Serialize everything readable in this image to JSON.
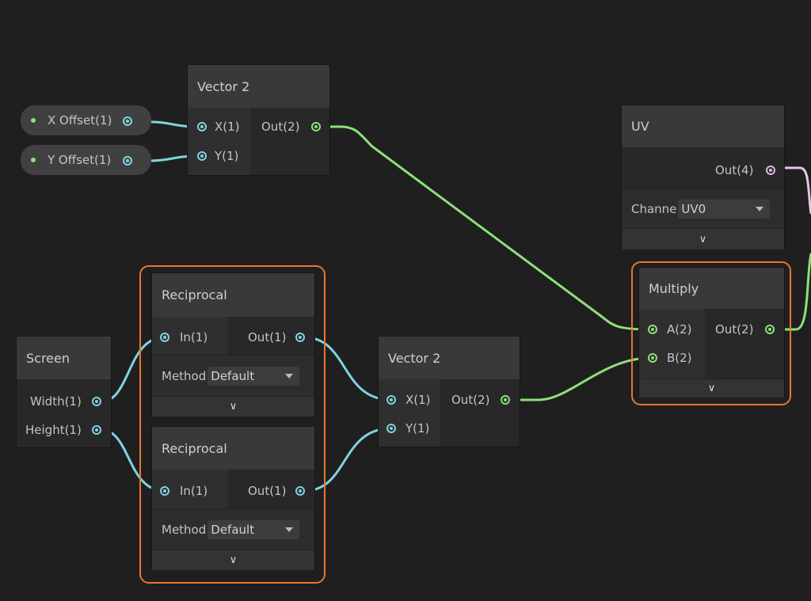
{
  "colors": {
    "float_port": "#7fd3e0",
    "vector2_port": "#8ce07a",
    "vector4_port": "#e3b3e6",
    "selection": "#e6792a",
    "background": "#1f1f1f"
  },
  "properties": [
    {
      "label": "X Offset(1)"
    },
    {
      "label": "Y Offset(1)"
    }
  ],
  "vector2_top": {
    "title": "Vector 2",
    "inputs": [
      "X(1)",
      "Y(1)"
    ],
    "output": "Out(2)"
  },
  "uv": {
    "title": "UV",
    "output": "Out(4)",
    "channel_label": "Channe",
    "channel_value": "UV0",
    "collapse_icon": "chevron-down-icon"
  },
  "multiply": {
    "title": "Multiply",
    "inputs": [
      "A(2)",
      "B(2)"
    ],
    "output": "Out(2)",
    "collapse_icon": "chevron-down-icon"
  },
  "screen": {
    "title": "Screen",
    "outputs": [
      "Width(1)",
      "Height(1)"
    ]
  },
  "reciprocal_1": {
    "title": "Reciprocal",
    "input": "In(1)",
    "output": "Out(1)",
    "method_label": "Method",
    "method_value": "Default"
  },
  "reciprocal_2": {
    "title": "Reciprocal",
    "input": "In(1)",
    "output": "Out(1)",
    "method_label": "Method",
    "method_value": "Default"
  },
  "vector2_bottom": {
    "title": "Vector 2",
    "inputs": [
      "X(1)",
      "Y(1)"
    ],
    "output": "Out(2)"
  }
}
